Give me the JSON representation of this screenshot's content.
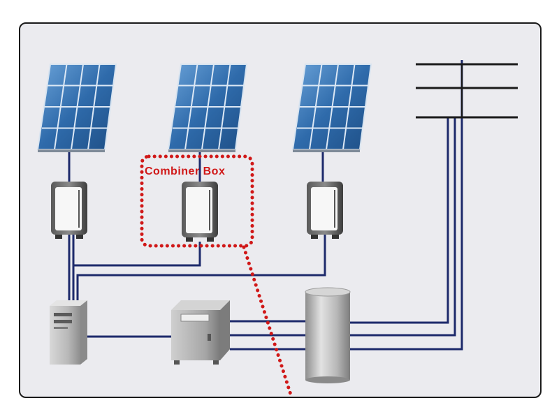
{
  "diagram": {
    "callout": {
      "label": "Combiner Box",
      "color": "#d01818"
    },
    "colors": {
      "wire": "#1d2a6b",
      "panel_cell": "#2f6bab",
      "panel_grid": "#dce8f5",
      "background": "#ebebef"
    },
    "components": [
      {
        "name": "solar-panel",
        "count": 3
      },
      {
        "name": "combiner-box",
        "count": 3
      },
      {
        "name": "computer-tower",
        "count": 1
      },
      {
        "name": "inverter-cabinet",
        "count": 1
      },
      {
        "name": "transformer-cylinder",
        "count": 1
      },
      {
        "name": "power-line-crossbars",
        "count": 3
      }
    ]
  }
}
